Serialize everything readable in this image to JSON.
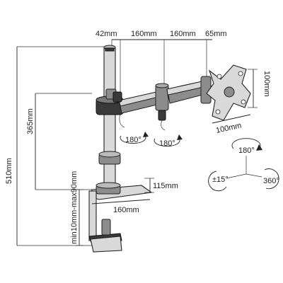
{
  "dimensions": {
    "pole_offset": "42mm",
    "arm_segment_1": "160mm",
    "arm_segment_2": "160mm",
    "head_offset": "65mm",
    "vesa_height": "100mm",
    "vesa_width": "100mm",
    "total_height": "510mm",
    "arm_height": "365mm",
    "clamp_range": "min10mm-max90mm",
    "clamp_depth": "115mm",
    "clamp_width": "160mm"
  },
  "rotations": {
    "joint_1": "180°",
    "joint_2": "180°",
    "head_swivel": "180°",
    "head_tilt": "±15°",
    "head_rotate": "360°"
  }
}
